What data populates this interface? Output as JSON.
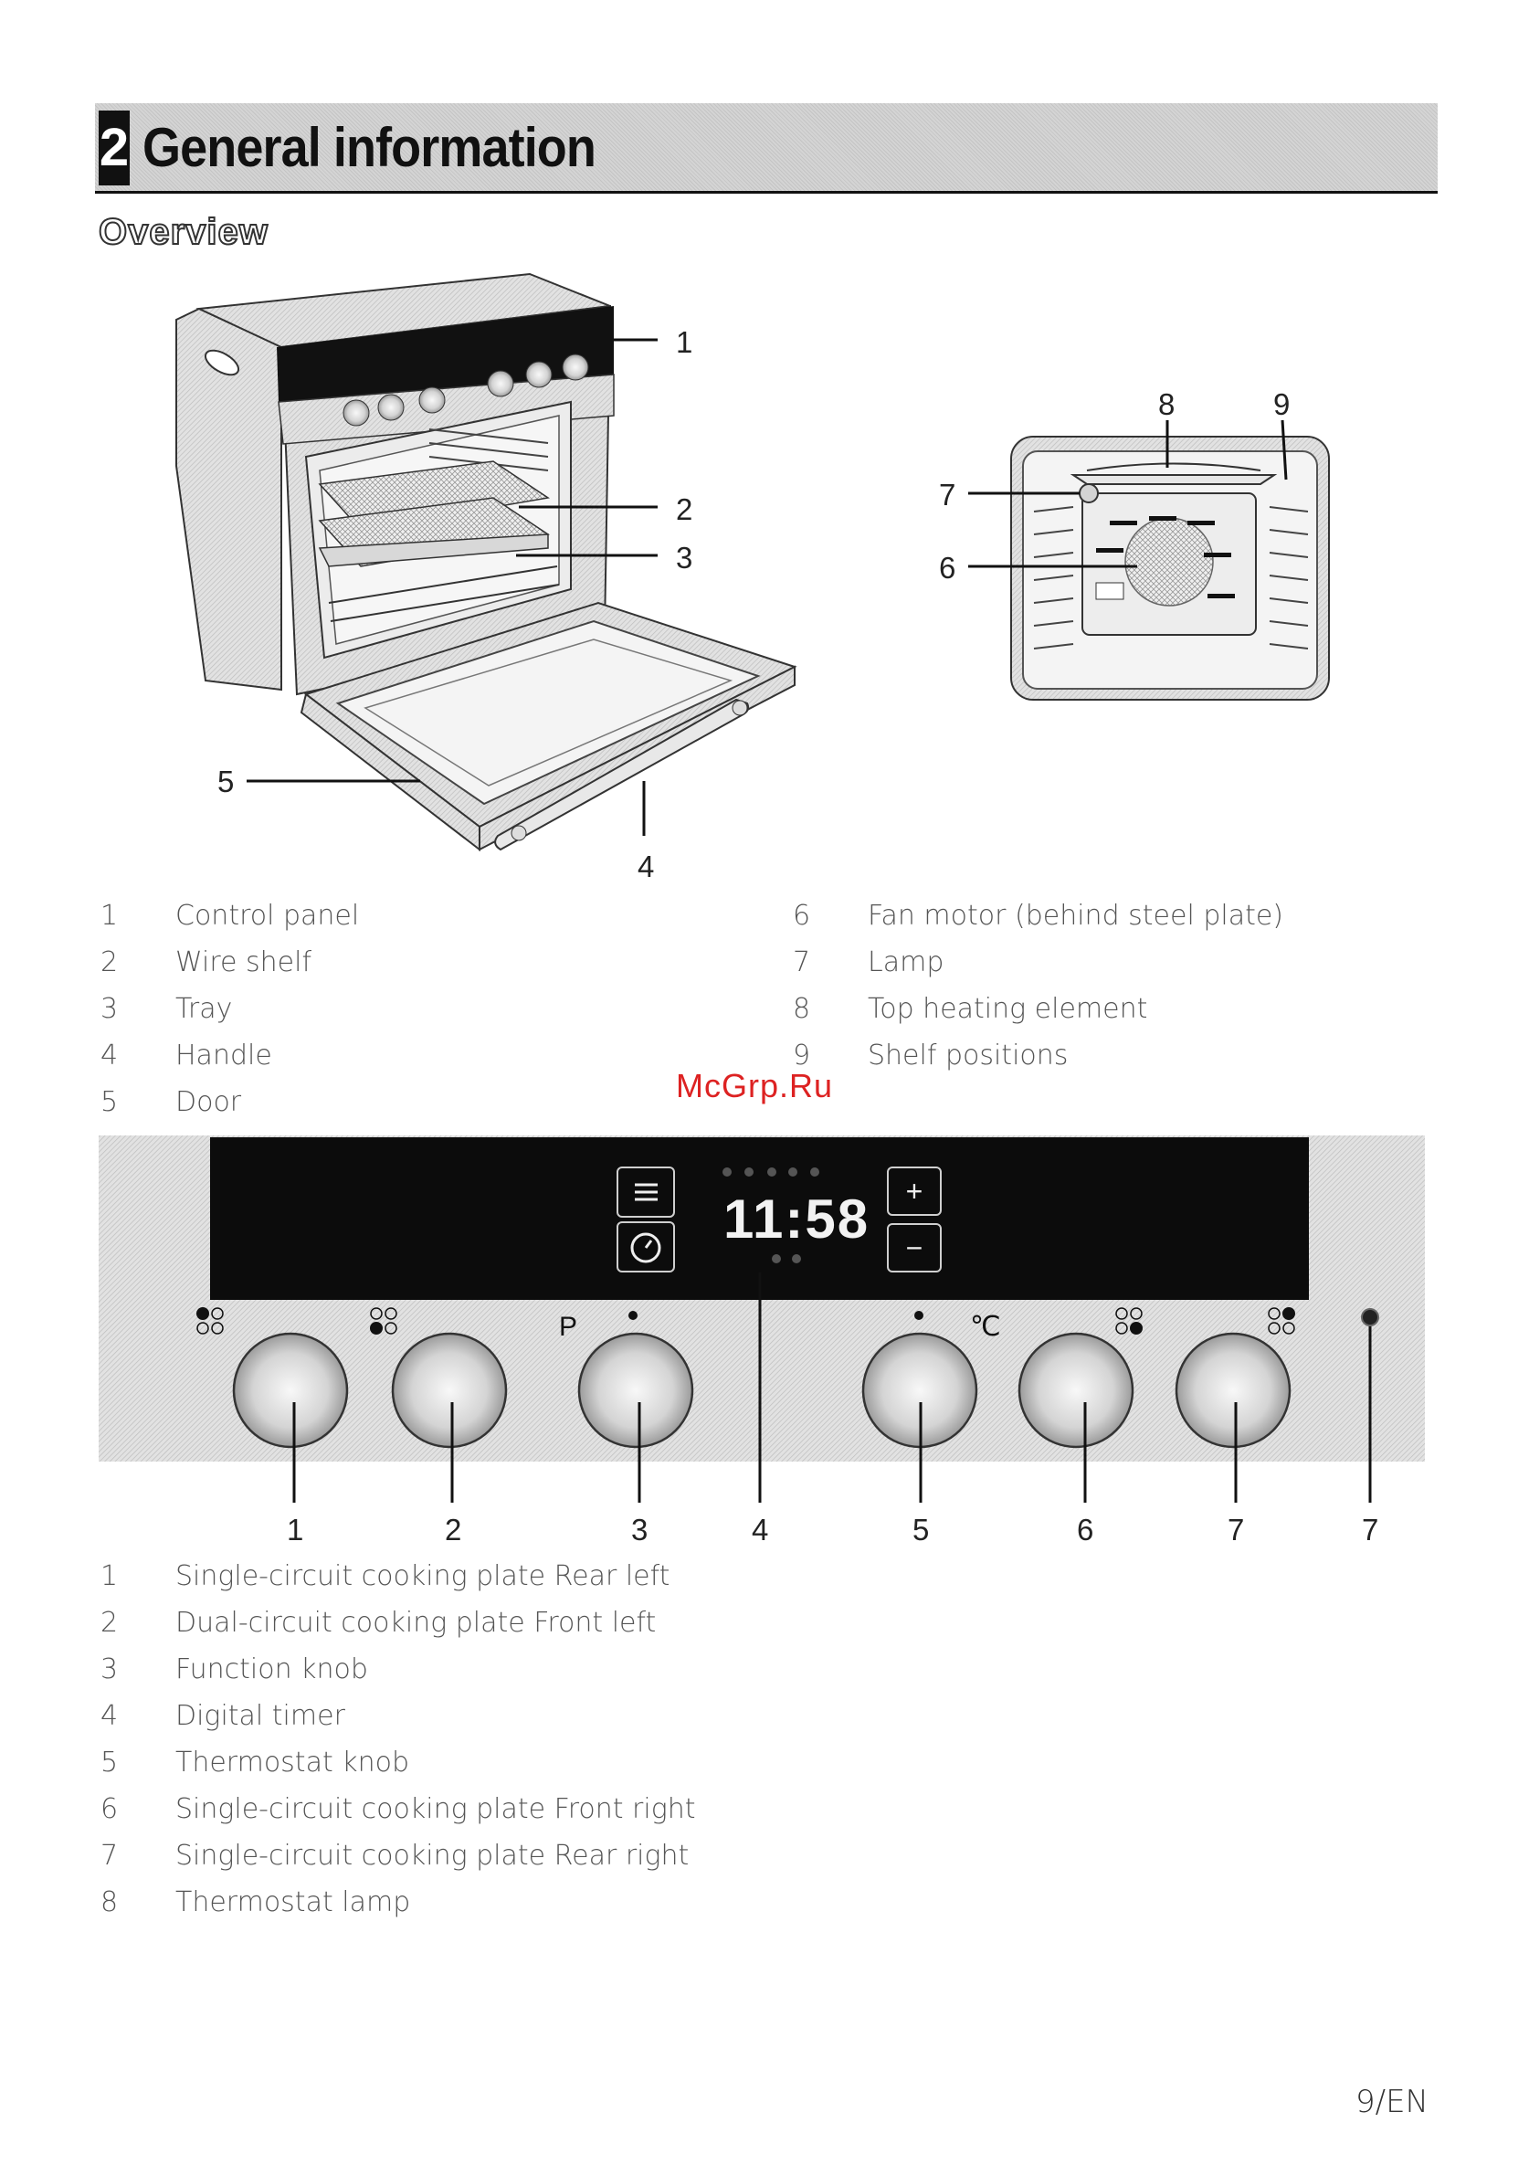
{
  "chapter": {
    "number": "2",
    "title": "General information"
  },
  "section_title": "Overview",
  "oven_callouts": [
    "1",
    "2",
    "3",
    "4",
    "5"
  ],
  "cavity_callouts": [
    "6",
    "7",
    "8",
    "9"
  ],
  "legend_oven": [
    {
      "n": "1",
      "t": "Control panel"
    },
    {
      "n": "2",
      "t": "Wire shelf"
    },
    {
      "n": "3",
      "t": "Tray"
    },
    {
      "n": "4",
      "t": "Handle"
    },
    {
      "n": "5",
      "t": "Door"
    }
  ],
  "legend_cavity": [
    {
      "n": "6",
      "t": "Fan motor (behind steel plate)"
    },
    {
      "n": "7",
      "t": "Lamp"
    },
    {
      "n": "8",
      "t": "Top heating element"
    },
    {
      "n": "9",
      "t": "Shelf positions"
    }
  ],
  "watermark": "McGrp.Ru",
  "timer_display": "11:58",
  "panel_symbols": {
    "plus": "+",
    "minus": "−",
    "program": "P",
    "celsius": "℃"
  },
  "panel_callouts": [
    "1",
    "2",
    "3",
    "4",
    "5",
    "6",
    "7",
    "7"
  ],
  "legend_panel": [
    {
      "n": "1",
      "t": "Single-circuit cooking plate Rear left"
    },
    {
      "n": "2",
      "t": "Dual-circuit cooking plate Front left"
    },
    {
      "n": "3",
      "t": "Function knob"
    },
    {
      "n": "4",
      "t": "Digital timer"
    },
    {
      "n": "5",
      "t": "Thermostat knob"
    },
    {
      "n": "6",
      "t": "Single-circuit cooking plate Front right"
    },
    {
      "n": "7",
      "t": "Single-circuit cooking plate Rear right"
    },
    {
      "n": "8",
      "t": "Thermostat lamp"
    }
  ],
  "page_number": "9/EN"
}
